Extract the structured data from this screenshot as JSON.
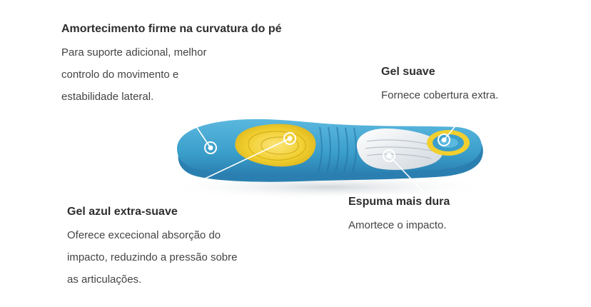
{
  "callouts": {
    "firm": {
      "title": "Amortecimento firme na curvatura do pé",
      "desc_lines": [
        "Para suporte adicional, melhor",
        "controlo do movimento e",
        "estabilidade lateral."
      ]
    },
    "soft_gel": {
      "title": "Gel suave",
      "desc_lines": [
        "Fornece cobertura extra."
      ]
    },
    "blue_gel": {
      "title": "Gel azul extra-suave",
      "desc_lines": [
        "Oferece excecional absorção do",
        "impacto, reduzindo a pressão sobre",
        "as articulações."
      ]
    },
    "foam": {
      "title": "Espuma mais dura",
      "desc_lines": [
        "Amortece o impacto."
      ]
    }
  },
  "colors": {
    "insole_blue": "#3b9fcb",
    "insole_edge": "#2a84b5",
    "gel_yellow": "#f1cf2f",
    "foam_white": "#e9edf0",
    "leader_line": "#ffffff"
  },
  "icons": [
    "insole-illustration",
    "marker-dot"
  ]
}
